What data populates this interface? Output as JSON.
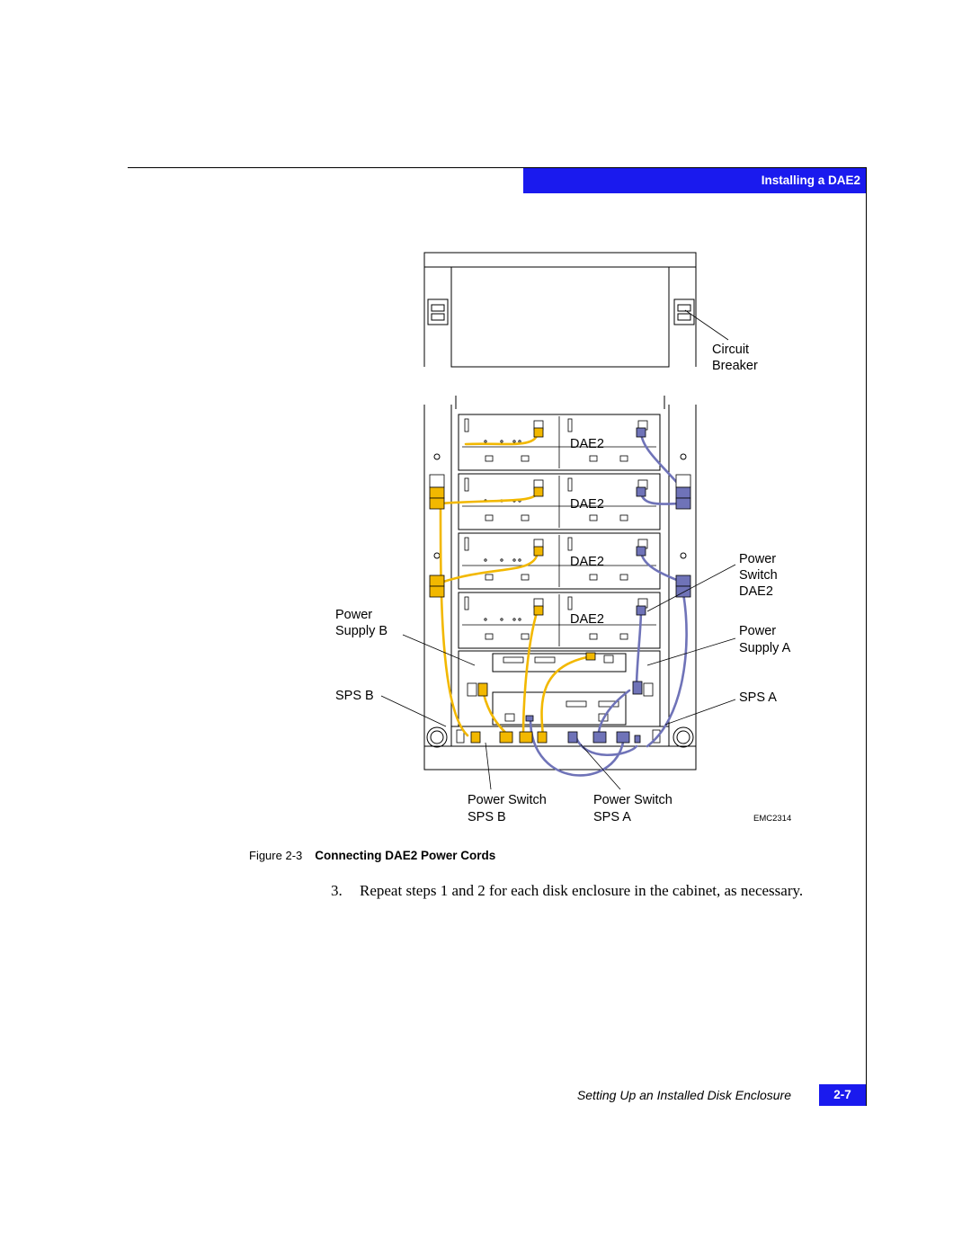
{
  "header": {
    "section": "Installing a DAE2"
  },
  "figure": {
    "labels": {
      "circuit_breaker_line1": "Circuit",
      "circuit_breaker_line2": "Breaker",
      "dae2": "DAE2",
      "power_switch_dae2_line1": "Power",
      "power_switch_dae2_line2": "Switch",
      "power_switch_dae2_line3": "DAE2",
      "power_supply_a_line1": "Power",
      "power_supply_a_line2": "Supply A",
      "power_supply_b_line1": "Power",
      "power_supply_b_line2": "Supply B",
      "sps_a": "SPS A",
      "sps_b": "SPS B",
      "power_switch": "Power Switch",
      "bottom_sps_b": "SPS B",
      "bottom_sps_a": "SPS A",
      "figure_code": "EMC2314"
    },
    "colors": {
      "cord_b": "#f2b800",
      "cord_a": "#6f73b8",
      "accent": "#1a1aee"
    }
  },
  "caption": {
    "number": "Figure 2-3",
    "title": "Connecting DAE2 Power Cords"
  },
  "step": {
    "number": "3.",
    "text": "Repeat steps 1 and 2 for each disk enclosure in the cabinet, as necessary."
  },
  "footer": {
    "title": "Setting Up an Installed Disk Enclosure",
    "page": "2-7"
  }
}
